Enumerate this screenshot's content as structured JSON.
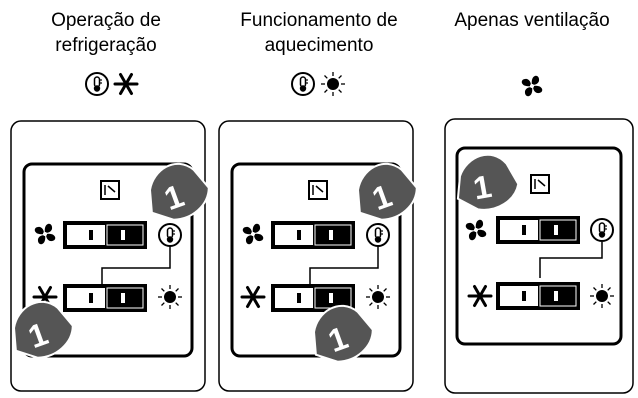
{
  "columns": [
    {
      "title_line1": "Operação de",
      "title_line2": "refrigeração",
      "mode_icons": [
        "thermometer-icon",
        "snowflake-icon"
      ],
      "finger_badge": "1",
      "pressed_switch": "upper-right and lower-left"
    },
    {
      "title_line1": "Funcionamento de",
      "title_line2": "aquecimento",
      "mode_icons": [
        "thermometer-icon",
        "sun-icon"
      ],
      "finger_badge": "1",
      "pressed_switch": "upper-right and lower-right"
    },
    {
      "title_line1": "Apenas ventilação",
      "title_line2": "",
      "mode_icons": [
        "fan-icon"
      ],
      "finger_badge": "1",
      "pressed_switch": "upper-left"
    }
  ]
}
